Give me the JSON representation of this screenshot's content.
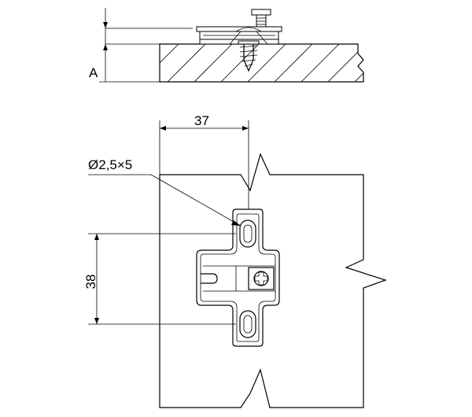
{
  "labels": {
    "dim_a": "A",
    "dim_width": "37",
    "dim_hole": "Ø2,5×5",
    "dim_spacing": "38"
  }
}
